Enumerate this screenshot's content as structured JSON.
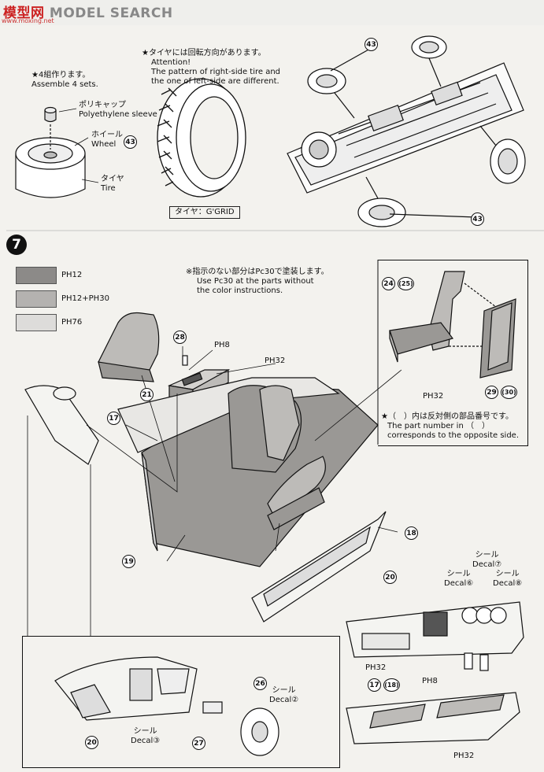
{
  "watermark": {
    "brand": "MODEL SEARCH",
    "logo_text": "模型网",
    "site": "www.moxing.net"
  },
  "step6": {
    "assemble_jp": "★4組作ります。",
    "assemble_en": "Assemble 4 sets.",
    "polycap_jp": "ポリキャップ",
    "polycap_en": "Polyethylene sleeve",
    "wheel_jp": "ホイール",
    "wheel_en": "Wheel",
    "tire_jp": "タイヤ",
    "tire_en": "Tire",
    "part_wheel": "43",
    "rotation_jp": "★タイヤには回転方向があります。",
    "rotation_en1": "Attention!",
    "rotation_en2": "The pattern of right-side tire and",
    "rotation_en3": "the one of left-side are different.",
    "tire_name": "タイヤ：G'GRID",
    "part_top": "43",
    "part_bottom": "43"
  },
  "step7": {
    "step_number": "7",
    "color_codes": [
      {
        "code": "PH12",
        "color": "#8c8a88"
      },
      {
        "code": "PH12+PH30",
        "color": "#b4b2b0"
      },
      {
        "code": "PH76",
        "color": "#dddcda"
      }
    ],
    "note_jp": "※指示のない部分はPc30で塗装します。",
    "note_en1": "Use Pc30 at the parts without",
    "note_en2": "the color instructions.",
    "opposite_jp": "★（　）内は反対側の部品番号です。",
    "opposite_en1": "The part number in （　）",
    "opposite_en2": "corresponds to the opposite side.",
    "parts": {
      "p17": "17",
      "p18": "18",
      "p19": "19",
      "p20": "20",
      "p21": "21",
      "p24": "24",
      "p25": "(25)",
      "p26": "26",
      "p27": "27",
      "p28": "28",
      "p29": "29",
      "p30": "(30)",
      "p20b": "20",
      "p17b": "17",
      "p18b": "(18)"
    },
    "color_labels": {
      "ph8": "PH8",
      "ph32": "PH32",
      "ph32b": "PH32",
      "ph32c": "PH32",
      "ph8b": "PH8",
      "ph32d": "PH32"
    },
    "decals": {
      "decal7_jp": "シール",
      "decal7_en": "Decal⑦",
      "decal6_jp": "シール",
      "decal6_en": "Decal⑥",
      "decal8_jp": "シール",
      "decal8_en": "Decal⑧",
      "decal2_jp": "シール",
      "decal2_en": "Decal②",
      "decal3_jp": "シール",
      "decal3_en": "Decal③"
    }
  }
}
